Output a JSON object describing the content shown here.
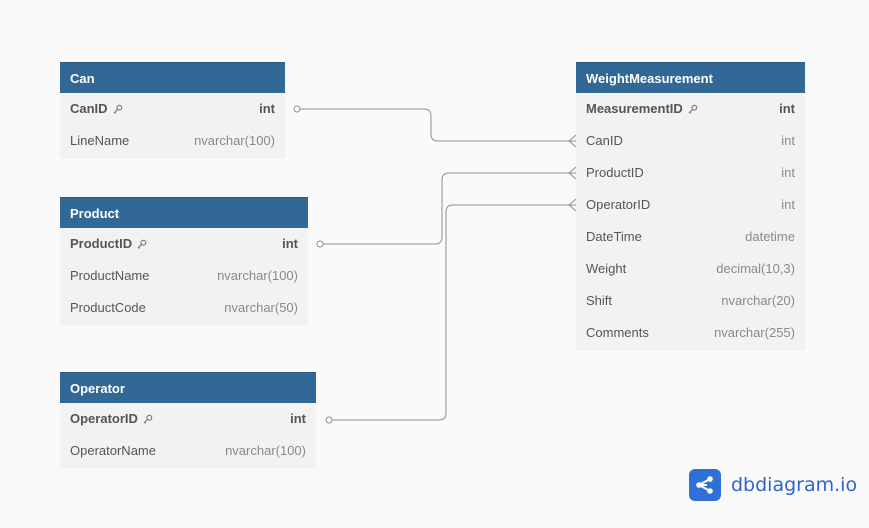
{
  "tables": {
    "can": {
      "name": "Can",
      "fields": [
        {
          "name": "CanID",
          "type": "int",
          "pk": true
        },
        {
          "name": "LineName",
          "type": "nvarchar(100)",
          "pk": false
        }
      ]
    },
    "product": {
      "name": "Product",
      "fields": [
        {
          "name": "ProductID",
          "type": "int",
          "pk": true
        },
        {
          "name": "ProductName",
          "type": "nvarchar(100)",
          "pk": false
        },
        {
          "name": "ProductCode",
          "type": "nvarchar(50)",
          "pk": false
        }
      ]
    },
    "operator": {
      "name": "Operator",
      "fields": [
        {
          "name": "OperatorID",
          "type": "int",
          "pk": true
        },
        {
          "name": "OperatorName",
          "type": "nvarchar(100)",
          "pk": false
        }
      ]
    },
    "weight": {
      "name": "WeightMeasurement",
      "fields": [
        {
          "name": "MeasurementID",
          "type": "int",
          "pk": true
        },
        {
          "name": "CanID",
          "type": "int",
          "pk": false
        },
        {
          "name": "ProductID",
          "type": "int",
          "pk": false
        },
        {
          "name": "OperatorID",
          "type": "int",
          "pk": false
        },
        {
          "name": "DateTime",
          "type": "datetime",
          "pk": false
        },
        {
          "name": "Weight",
          "type": "decimal(10,3)",
          "pk": false
        },
        {
          "name": "Shift",
          "type": "nvarchar(20)",
          "pk": false
        },
        {
          "name": "Comments",
          "type": "nvarchar(255)",
          "pk": false
        }
      ]
    }
  },
  "relationships": [
    {
      "from": "Can.CanID",
      "to": "WeightMeasurement.CanID",
      "cardinality": "one-to-many"
    },
    {
      "from": "Product.ProductID",
      "to": "WeightMeasurement.ProductID",
      "cardinality": "one-to-many"
    },
    {
      "from": "Operator.OperatorID",
      "to": "WeightMeasurement.OperatorID",
      "cardinality": "one-to-many"
    }
  ],
  "brand": {
    "text": "dbdiagram.io",
    "icon": "share-nodes-icon"
  },
  "colors": {
    "header": "#316896",
    "body": "#f2f2f2",
    "line": "#8a8a8a",
    "brand": "#2f6fd8"
  }
}
